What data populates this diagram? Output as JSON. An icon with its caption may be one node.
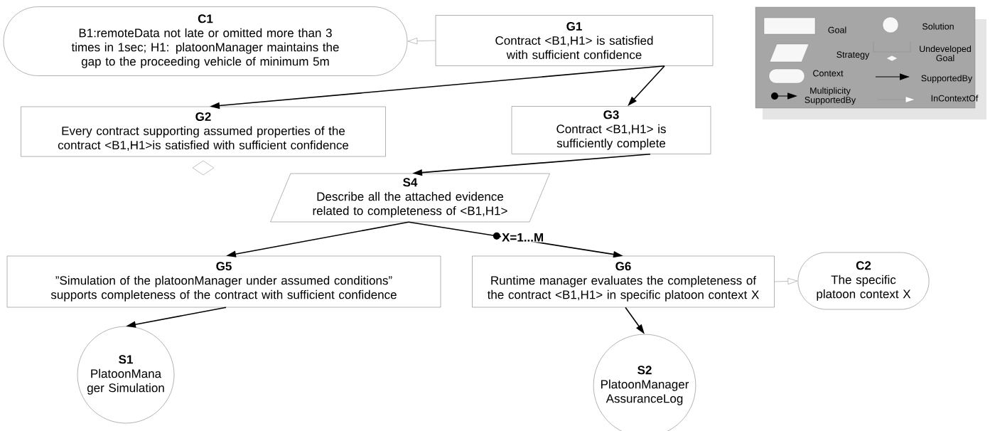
{
  "diagram": {
    "nodes": [
      {
        "text": [
          "C1",
          "B1:remoteData not late or omitted more than 3 times in 1sec; H1: platoonManager maintains the gap to the proceeding vehicle of minimum 5m"
        ]
      },
      {
        "text": [
          "G1",
          "Contract <B1,H1> is satisfied with sufficient confidence"
        ]
      },
      {
        "text": [
          "G2",
          "Every contract supporting assumed properties of the contract <B1,H1>is satisfied with sufficient confidence"
        ]
      },
      {
        "text": [],
        "shape": "diamond"
      },
      {
        "text": [
          "G3",
          "Contract <B1,H1> is sufficiently complete"
        ]
      },
      {
        "text": [
          "S4",
          "Describe all the attached evidence related to completeness of <B1,H1>"
        ]
      },
      {
        "text": [
          "G5",
          "”Simulation of the platoonManager under assumed conditions” supports completeness of the contract with sufficient confidence"
        ]
      },
      {
        "text": [
          "G6",
          "Runtime manager evaluates the completeness of the contract <B1,H1> in specific platoon context  X"
        ]
      },
      {
        "text": [
          "C2",
          "The specific platoon context X"
        ]
      },
      {
        "text": [
          "S1",
          "PlatoonMana ger Simulation"
        ]
      },
      {
        "text": [
          "S2",
          "PlatoonManager AssuranceLog"
        ]
      }
    ],
    "edges": [
      {
        "from": 1,
        "to": 0,
        "arrow": "to",
        "color": "#808080"
      },
      {
        "from": 1,
        "to": 2,
        "arrow": "to"
      },
      {
        "from": 1,
        "to": 4,
        "arrow": "to"
      },
      {
        "from": 4,
        "to": 5,
        "arrow": "to"
      },
      {
        "from": 5,
        "to": 6,
        "arrow": "to"
      },
      {
        "from": 5,
        "to": 7,
        "arrow": "to",
        "label": "X=1...M"
      },
      {
        "from": 6,
        "to": 9,
        "arrow": "to"
      },
      {
        "from": 7,
        "to": 10,
        "arrow": "to"
      },
      {
        "from": 7,
        "to": 8,
        "arrow": "to",
        "color": "#808080"
      }
    ],
    "legend": [
      {
        "text": "Goal"
      },
      {
        "text": "Solution"
      },
      {
        "text": "Strategy"
      },
      {
        "text": "Undeveloped Goal"
      },
      {
        "text": "Context"
      },
      {
        "text": "SupportedBy"
      },
      {
        "text": "Multiplicity SupportedBy"
      },
      {
        "text": "InContextOf"
      }
    ]
  }
}
